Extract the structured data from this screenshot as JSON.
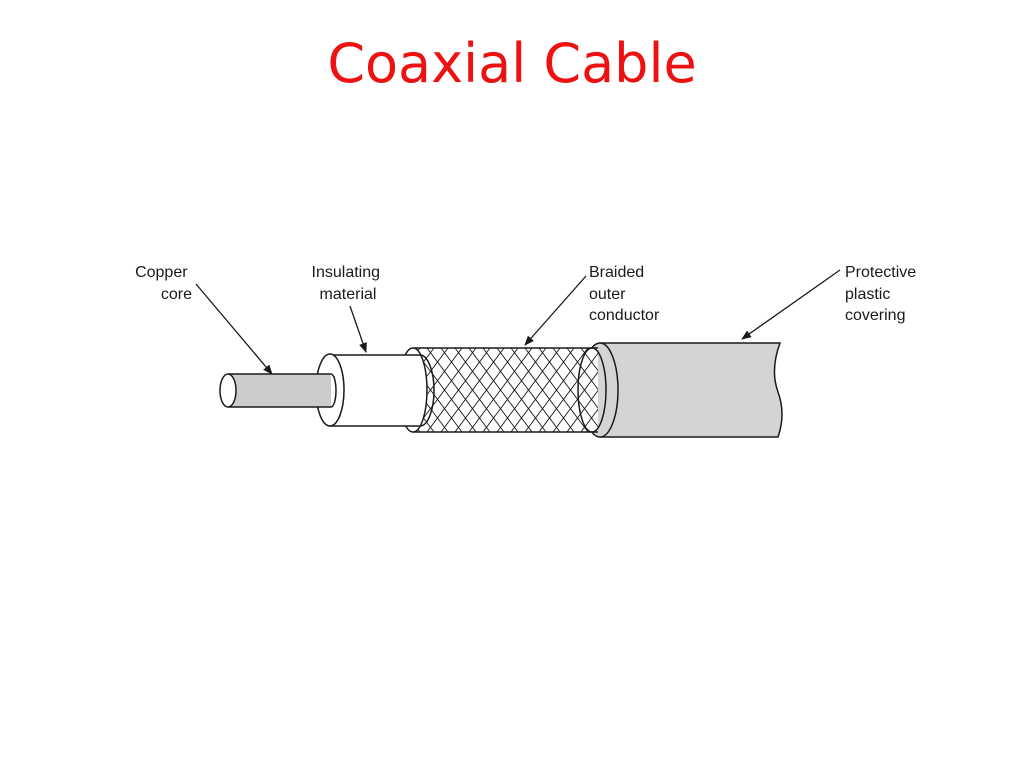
{
  "title": "Coaxial Cable",
  "colors": {
    "title": "#ee1111",
    "outline": "#1a1a1a",
    "core_fill": "#cccccc",
    "insulation_fill": "#ffffff",
    "braid_fill": "#ffffff",
    "jacket_fill": "#d4d4d4"
  },
  "labels": {
    "copper_core": [
      "Copper",
      "core"
    ],
    "insulating_material": [
      "Insulating",
      "material"
    ],
    "braided_outer_conductor": [
      "Braided",
      "outer",
      "conductor"
    ],
    "protective_plastic_covering": [
      "Protective",
      "plastic",
      "covering"
    ]
  }
}
